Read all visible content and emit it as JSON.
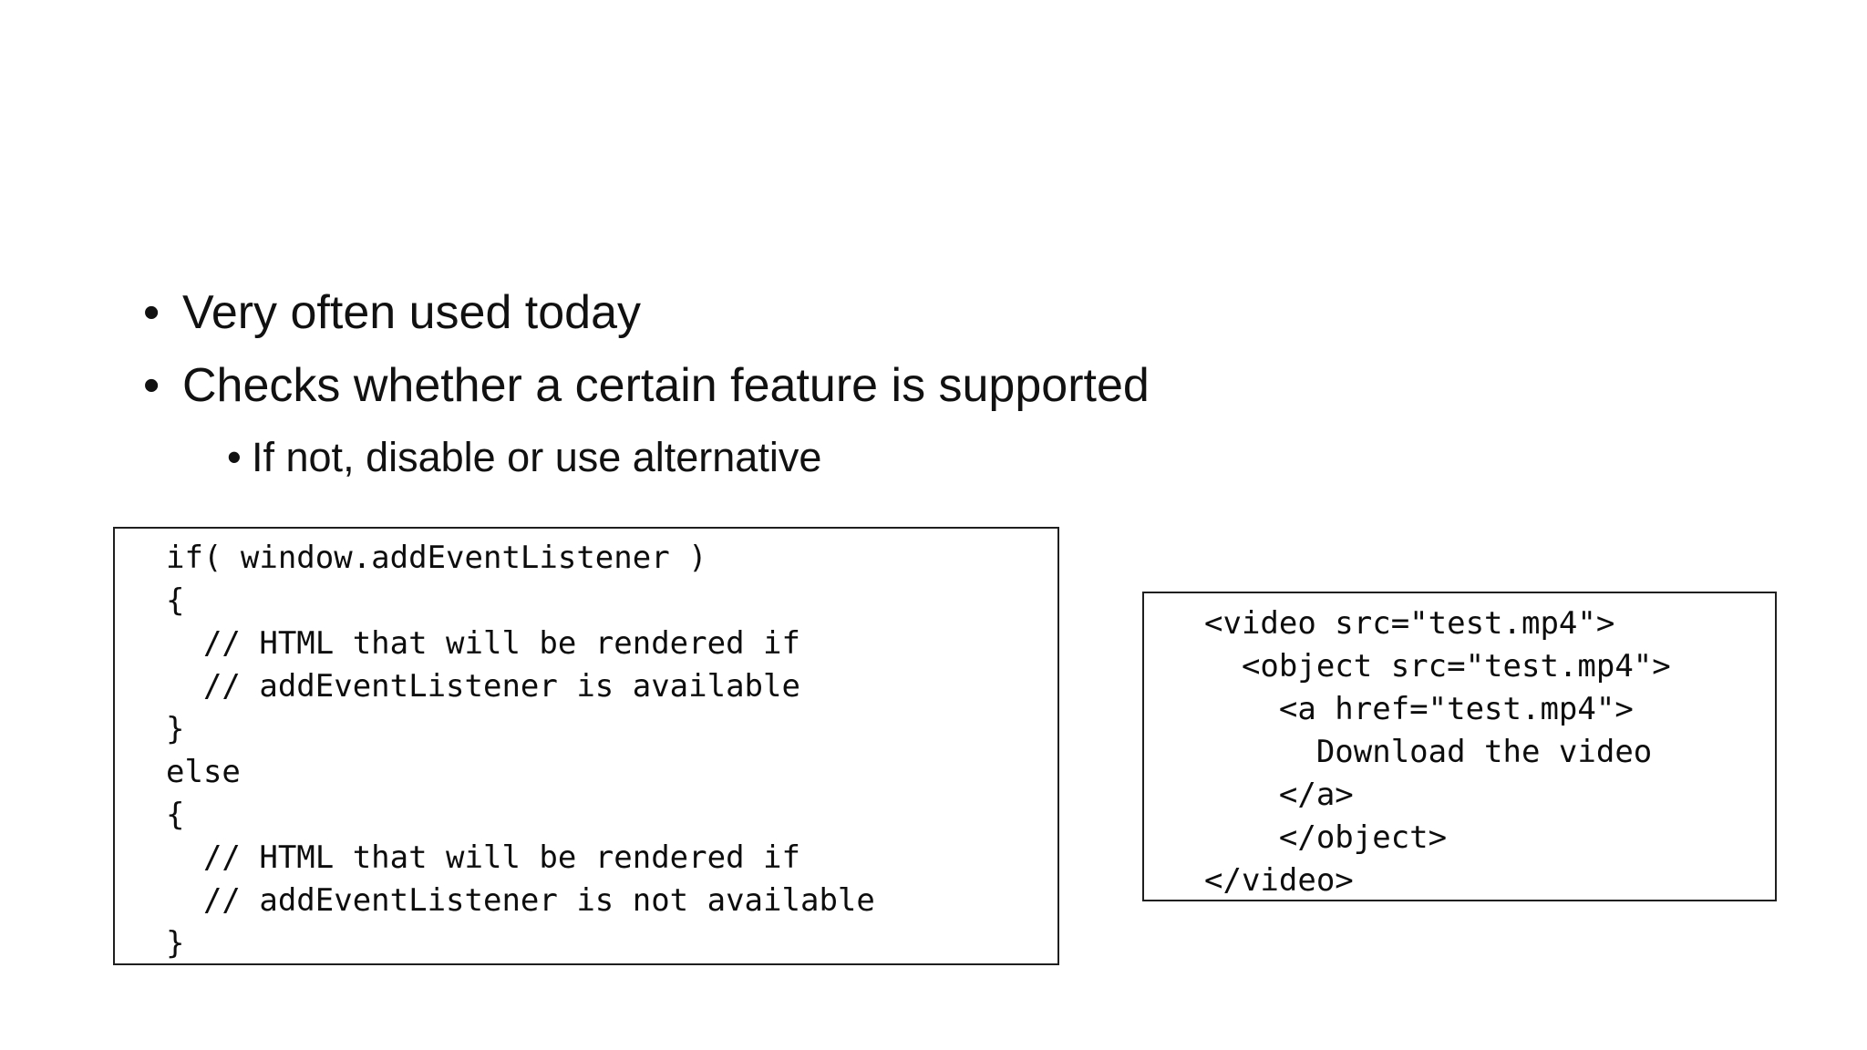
{
  "slide": {
    "background_color": "#ffffff",
    "text_color": "#111111",
    "box_border_color": "#1f1f1f"
  },
  "bullets": {
    "marker": "•",
    "items": [
      {
        "level": 1,
        "text": "Very often used today"
      },
      {
        "level": 1,
        "text": "Checks whether a certain feature is supported"
      },
      {
        "level": 2,
        "text": "If not, disable or use alternative"
      }
    ]
  },
  "code_boxes": {
    "feature_detection": {
      "language": "javascript",
      "code": "if( window.addEventListener )\n{\n  // HTML that will be rendered if\n  // addEventListener is available\n}\nelse\n{\n  // HTML that will be rendered if\n  // addEventListener is not available\n}"
    },
    "video_fallback": {
      "language": "html",
      "code": "<video src=\"test.mp4\">\n  <object src=\"test.mp4\">\n    <a href=\"test.mp4\">\n      Download the video\n    </a>\n    </object>\n</video>"
    }
  }
}
